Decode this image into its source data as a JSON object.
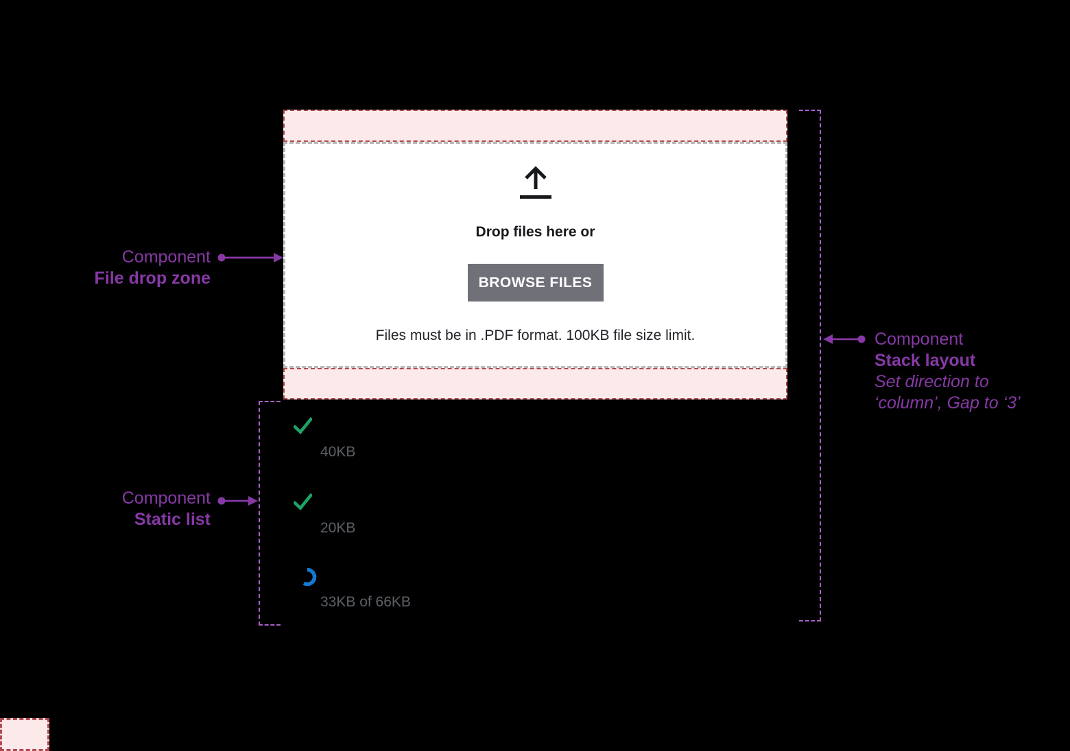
{
  "colors": {
    "background": "#000000",
    "annotation_purple": "#8639a5",
    "guide_dash_purple": "#a75fc5",
    "dropzone_pink": "#fce9e9",
    "dropzone_red_dash": "#b24a50",
    "inner_gray_dash": "#b9b9b9",
    "button_gray": "#707079",
    "check_green": "#1ea265",
    "spinner_blue": "#1479d2",
    "list_text_gray": "#5c6168"
  },
  "dropzone": {
    "icon": "upload-icon",
    "heading": "Drop files here or",
    "button_label": "BROWSE FILES",
    "note": "Files must be in .PDF format. 100KB file size limit."
  },
  "list": {
    "items": [
      {
        "icon": "check-icon",
        "status": "uploaded",
        "label": "40KB"
      },
      {
        "icon": "check-icon",
        "status": "uploaded",
        "label": "20KB"
      },
      {
        "icon": "spinner-icon",
        "status": "uploading",
        "label": "33KB of 66KB"
      }
    ]
  },
  "annotations": {
    "file_drop_zone": {
      "eyebrow": "Component",
      "title": "File drop zone"
    },
    "static_list": {
      "eyebrow": "Component",
      "title": "Static list"
    },
    "stack_layout": {
      "eyebrow": "Component",
      "title": "Stack layout",
      "note_line1": "Set direction to",
      "note_line2": "‘column’, Gap to ‘3’"
    }
  }
}
